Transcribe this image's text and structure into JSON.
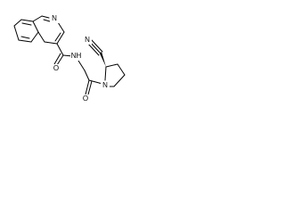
{
  "molecule": {
    "labels": {
      "quinoline_n": "N",
      "amide_o": "O",
      "amide_nh": "NH",
      "nitrile_n": "N",
      "ketone_o": "O",
      "pyrrolidine_n": "N"
    }
  }
}
